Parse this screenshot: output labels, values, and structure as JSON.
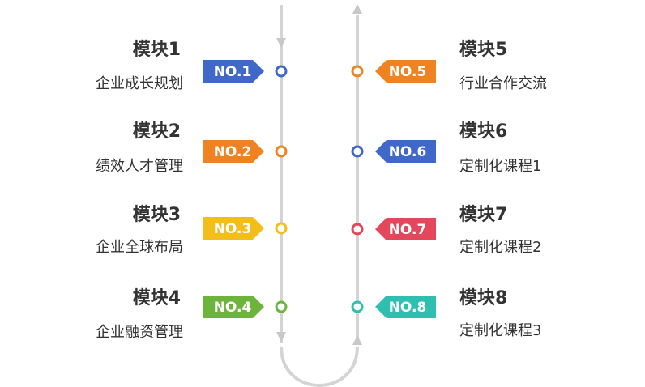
{
  "left_modules": [
    {
      "title": "模块1",
      "desc": "企业成长规划",
      "tag": "NO.1",
      "color": "#3f68c8"
    },
    {
      "title": "模块2",
      "desc": "绩效人才管理",
      "tag": "NO.2",
      "color": "#ef8321"
    },
    {
      "title": "模块3",
      "desc": "企业全球布局",
      "tag": "NO.3",
      "color": "#f4be1a"
    },
    {
      "title": "模块4",
      "desc": "企业融资管理",
      "tag": "NO.4",
      "color": "#6db43d"
    }
  ],
  "right_modules": [
    {
      "title": "模块5",
      "desc": "行业合作交流",
      "tag": "NO.5",
      "color": "#ef8321"
    },
    {
      "title": "模块6",
      "desc": "定制化课程1",
      "tag": "NO.6",
      "color": "#3f68c8"
    },
    {
      "title": "模块7",
      "desc": "定制化课程2",
      "tag": "NO.7",
      "color": "#e4475b"
    },
    {
      "title": "模块8",
      "desc": "定制化课程3",
      "tag": "NO.8",
      "color": "#2fbfb0"
    }
  ],
  "connector_color": "#d4d4d4"
}
